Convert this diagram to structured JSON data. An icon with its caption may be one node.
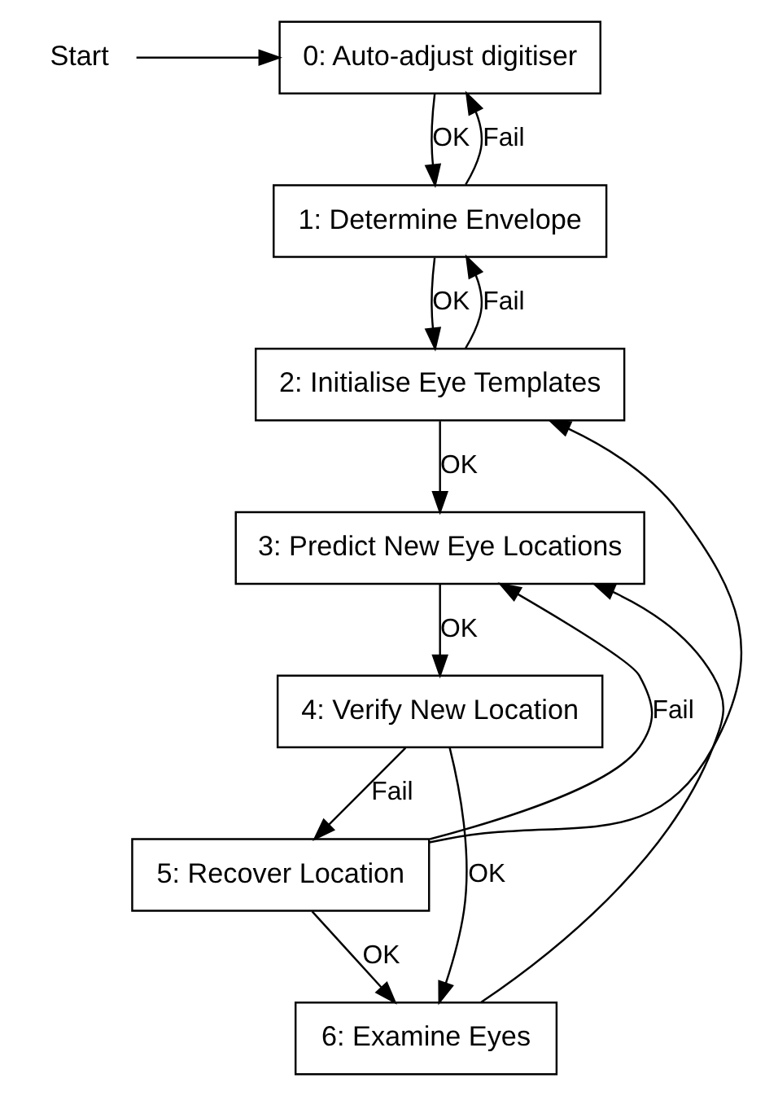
{
  "diagram": {
    "nodes": [
      {
        "text": [
          "Start"
        ]
      },
      {
        "text": [
          "0: Auto-adjust digitiser"
        ]
      },
      {
        "text": [
          "1: Determine Envelope"
        ]
      },
      {
        "text": [
          "2: Initialise Eye Templates"
        ]
      },
      {
        "text": [
          "3: Predict New Eye Locations"
        ]
      },
      {
        "text": [
          "4: Verify New Location"
        ]
      },
      {
        "text": [
          "5: Recover Location"
        ]
      },
      {
        "text": [
          "6: Examine Eyes"
        ]
      }
    ],
    "edges": [
      {
        "from": 0,
        "to": 1,
        "arrow": "to"
      },
      {
        "from": 1,
        "to": 2,
        "arrow": "to",
        "label": "OK"
      },
      {
        "from": 2,
        "to": 1,
        "arrow": "to",
        "label": "Fail"
      },
      {
        "from": 2,
        "to": 3,
        "arrow": "to",
        "label": "OK"
      },
      {
        "from": 3,
        "to": 2,
        "arrow": "to",
        "label": "Fail"
      },
      {
        "from": 3,
        "to": 4,
        "arrow": "to",
        "label": "OK"
      },
      {
        "from": 4,
        "to": 5,
        "arrow": "to",
        "label": "OK"
      },
      {
        "from": 5,
        "to": 6,
        "arrow": "to",
        "label": "Fail"
      },
      {
        "from": 5,
        "to": 7,
        "arrow": "to",
        "label": "OK"
      },
      {
        "from": 6,
        "to": 4,
        "arrow": "to",
        "label": "Fail"
      },
      {
        "from": 6,
        "to": 3,
        "arrow": "to"
      },
      {
        "from": 6,
        "to": 7,
        "arrow": "to",
        "label": "OK"
      },
      {
        "from": 7,
        "to": 4,
        "arrow": "to"
      }
    ]
  }
}
